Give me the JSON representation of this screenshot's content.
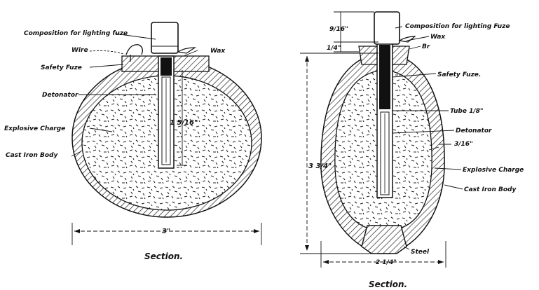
{
  "left_diagram": {
    "labels": {
      "composition": "Composition for lighting fuze",
      "wire": "Wire",
      "wax": "Wax",
      "safety_fuze": "Safety Fuze",
      "detonator": "Detonator",
      "explosive_charge": "Explosive Charge",
      "cast_iron_body": "Cast Iron Body",
      "caption": "Section."
    },
    "dimensions": {
      "width": "3\"",
      "detonator_length": "1 5/16\""
    }
  },
  "right_diagram": {
    "labels": {
      "composition": "Composition for lighting Fuze",
      "wax": "Wax",
      "brass": "Br",
      "safety_fuze": "Safety Fuze.",
      "tube": "Tube 1/8\"",
      "detonator": "Detonator",
      "explosive_charge": "Explosive Charge",
      "cast_iron_body": "Cast Iron Body",
      "steel": "Steel",
      "caption": "Section."
    },
    "dimensions": {
      "cap_height": "9/16\"",
      "top_offset": "1/4\"",
      "wall": "3/16\"",
      "height": "3 3/4\"",
      "width": "2 1/4\""
    }
  }
}
